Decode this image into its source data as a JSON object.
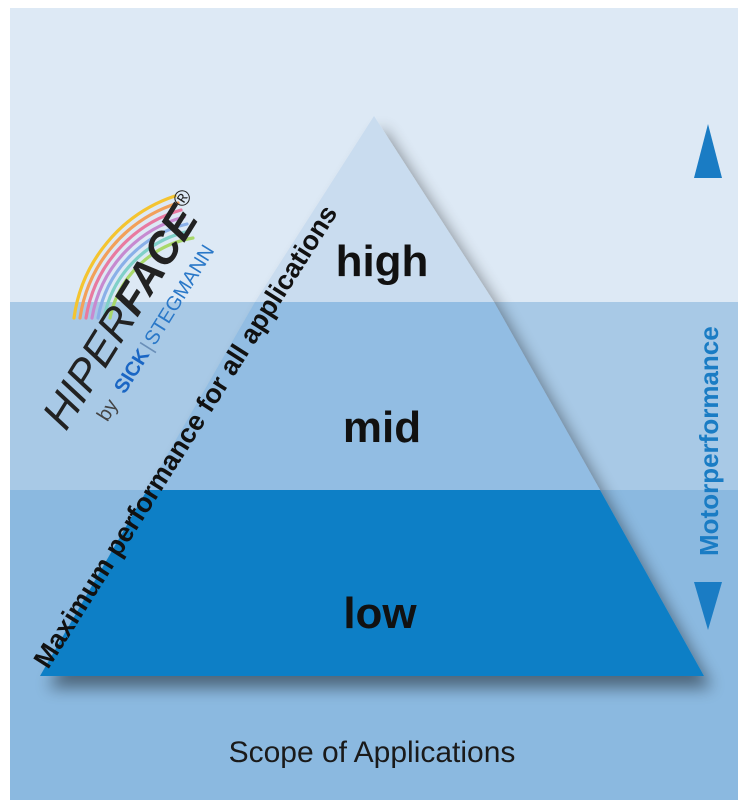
{
  "diagram": {
    "tiers": [
      {
        "label": "high"
      },
      {
        "label": "mid"
      },
      {
        "label": "low"
      }
    ],
    "diagonal_label": "Maximum performance for all applications",
    "axis_label": "Motorperformance",
    "bottom_label": "Scope of Applications",
    "logo": {
      "text_hiper": "HIPER",
      "text_face": "FACE",
      "registered": "®",
      "by": "by",
      "sick": "SICK",
      "separator": "|",
      "stegmann": "STEGMANN"
    }
  },
  "colors": {
    "band_top": "#dde9f5",
    "band_mid": "#a8c9e6",
    "band_bottom": "#8bb9e0",
    "tier_high": "#c9dcef",
    "tier_mid": "#92bde3",
    "tier_low": "#0b7fc6",
    "accent": "#1a7cc4"
  }
}
